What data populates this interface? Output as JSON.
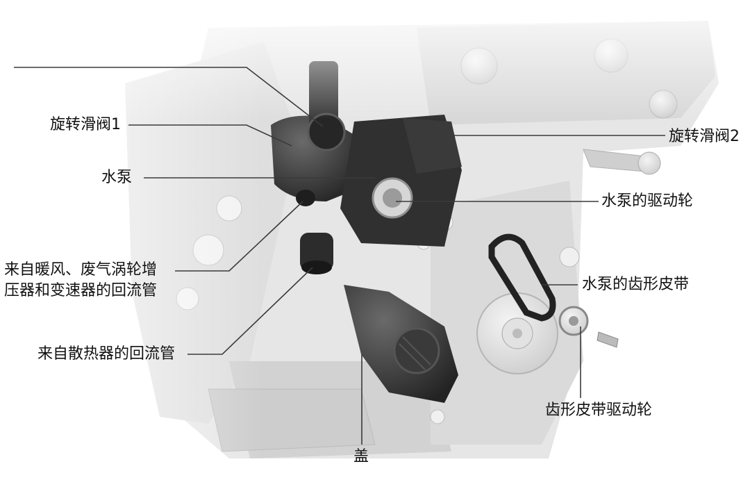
{
  "labels": {
    "rotary_valve_1": "旋转滑阀1",
    "rotary_valve_2": "旋转滑阀2",
    "water_pump": "水泵",
    "pump_drive_wheel": "水泵的驱动轮",
    "return_from_heater_line1": "来自暖风、废气涡轮增",
    "return_from_heater_line2": "压器和变速器的回流管",
    "pump_toothed_belt": "水泵的齿形皮带",
    "return_from_radiator": "来自散热器的回流管",
    "belt_drive_wheel": "齿形皮带驱动轮",
    "cover": "盖"
  },
  "colors": {
    "engine_light": "#e9e9e9",
    "engine_mid": "#cfcfcf",
    "module_dark": "#2e2e2e",
    "module_mid": "#4a4a4a",
    "leader_line": "#3a3a3a",
    "text": "#111111"
  }
}
